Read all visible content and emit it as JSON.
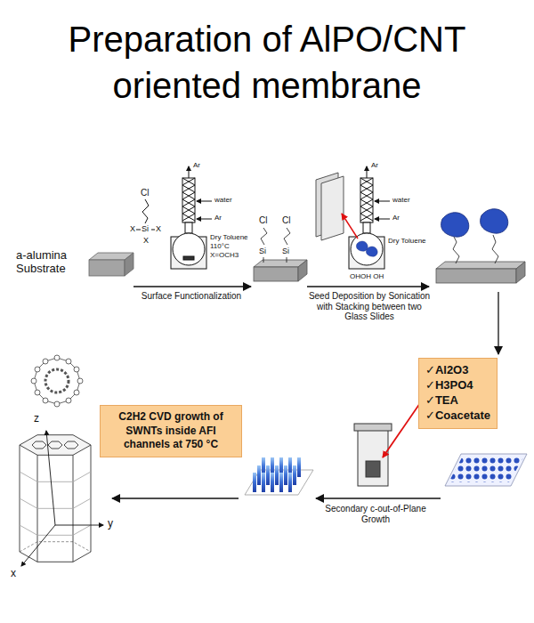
{
  "diagram": {
    "title": "Preparation of AlPO/CNT oriented membrane",
    "nodes": [
      {
        "text": [
          "✓Al2O3",
          "✓H3PO4",
          "✓TEA",
          "✓Coacetate"
        ]
      },
      {
        "text": [
          "C2H2 CVD growth of SWNTs inside AFI channels at 750 °C"
        ]
      }
    ],
    "labels": [
      "a-alumina Substrate",
      "Surface Functionalization",
      "Seed Deposition by Sonication with Stacking between two Glass Slides",
      "Secondary c-out-of-Plane Growth",
      "Ar",
      "water",
      "Ar",
      "Dry Toluene",
      "110°C",
      "X=OCH3",
      "Cl",
      "X",
      "Si",
      "X",
      "X",
      "Cl",
      "Cl",
      "Si",
      "Si",
      "Ar",
      "water",
      "Ar",
      "Dry Toluene",
      "OHOH OH",
      "z",
      "y",
      "x"
    ]
  }
}
